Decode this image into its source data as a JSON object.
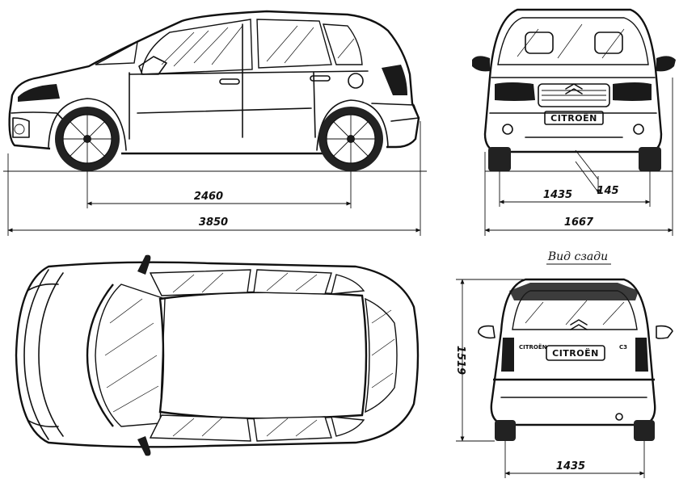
{
  "dimensions": {
    "wheelbase": "2460",
    "overall_length": "3850",
    "front_track": "1435",
    "ground_clearance": "145",
    "overall_width": "1667",
    "overall_height": "1519",
    "rear_track": "1435"
  },
  "captions": {
    "rear_view": "Вид сзади"
  },
  "badges": {
    "front_plate": "CITROËN",
    "rear_plate": "CITROËN",
    "rear_left": "CITROËN",
    "rear_right": "C3"
  }
}
